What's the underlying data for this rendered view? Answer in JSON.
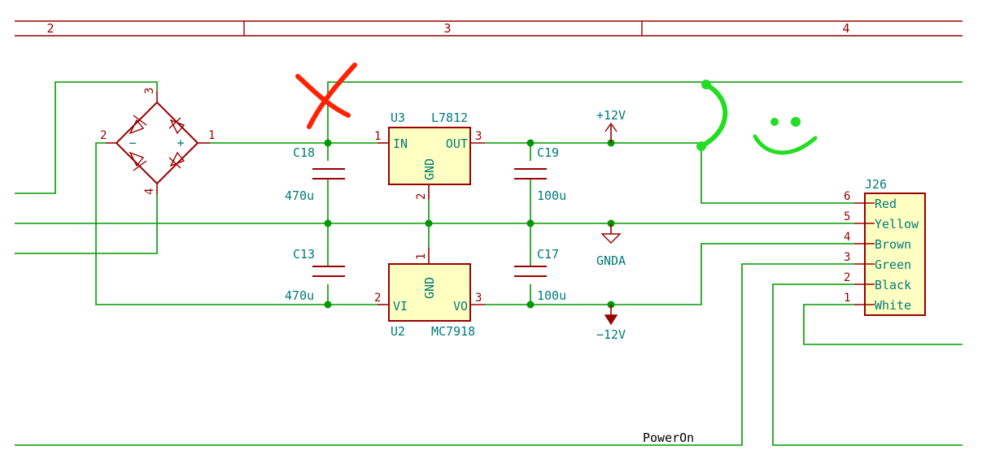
{
  "frame": {
    "columns": [
      "2",
      "3",
      "4"
    ]
  },
  "bridge": {
    "pins": [
      "1",
      "2",
      "3",
      "4"
    ],
    "plus": "+",
    "minus": "−"
  },
  "u3": {
    "ref": "U3",
    "value": "L7812",
    "pin_in": "IN",
    "pin_out": "OUT",
    "pin_gnd": "GND",
    "num_in": "1",
    "num_out": "3",
    "num_gnd": "2"
  },
  "u2": {
    "ref": "U2",
    "value": "MC7918",
    "pin_in": "VI",
    "pin_out": "VO",
    "pin_gnd": "GND",
    "num_in": "2",
    "num_out": "3",
    "num_gnd": "1"
  },
  "caps": [
    {
      "ref": "C18",
      "value": "470u"
    },
    {
      "ref": "C13",
      "value": "470u"
    },
    {
      "ref": "C19",
      "value": "100u"
    },
    {
      "ref": "C17",
      "value": "100u"
    }
  ],
  "power": {
    "pos": "+12V",
    "gnd": "GNDA",
    "neg": "−12V"
  },
  "connector": {
    "ref": "J26",
    "pins": [
      {
        "num": "6",
        "name": "Red"
      },
      {
        "num": "5",
        "name": "Yellow"
      },
      {
        "num": "4",
        "name": "Brown"
      },
      {
        "num": "3",
        "name": "Green"
      },
      {
        "num": "2",
        "name": "Black"
      },
      {
        "num": "1",
        "name": "White"
      }
    ]
  },
  "net_labels": {
    "power_on": "PowerOn"
  },
  "annotations": {
    "cross_color": "#ff2200",
    "marker_color": "#22dd22"
  }
}
